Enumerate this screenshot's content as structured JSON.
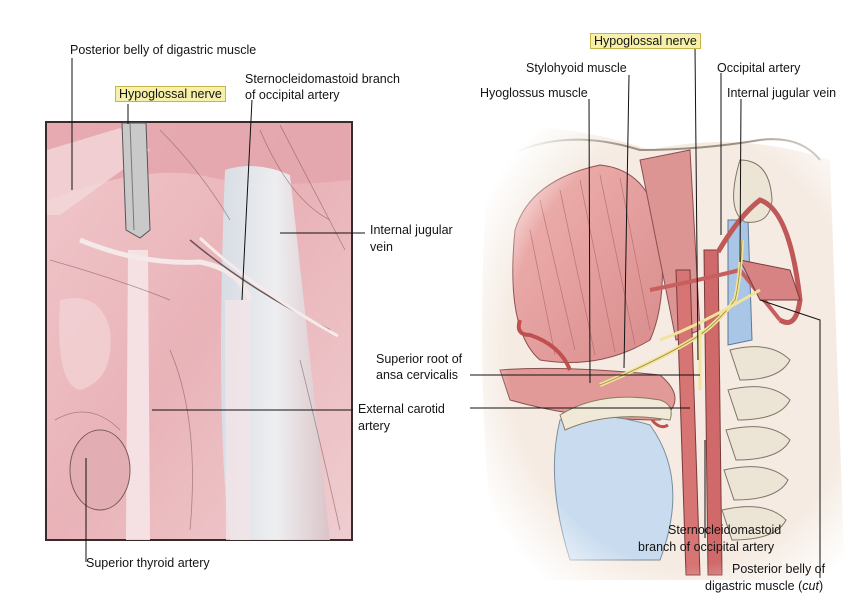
{
  "left_labels": {
    "posterior_belly": "Posterior belly of digastric muscle",
    "hypoglossal": "Hypoglossal nerve",
    "scm_branch_1": "Sternocleidomastoid branch",
    "scm_branch_2": "of occipital artery",
    "ijv_1": "Internal jugular",
    "ijv_2": "vein",
    "eca_1": "External carotid",
    "eca_2": "artery",
    "sup_thyroid": "Superior thyroid artery"
  },
  "right_labels": {
    "hypoglossal": "Hypoglossal nerve",
    "stylohyoid": "Stylohyoid muscle",
    "occipital": "Occipital artery",
    "hyoglossus": "Hyoglossus muscle",
    "ijv": "Internal jugular vein",
    "sup_root_1": "Superior root of",
    "sup_root_2": "ansa cervicalis",
    "scm_branch_1": "Sternocleidomastoid",
    "scm_branch_2": "branch of occipital artery",
    "post_belly_1": "Posterior belly of",
    "post_belly_2_pre": "digastric muscle (",
    "post_belly_2_em": "cut",
    "post_belly_2_post": ")"
  },
  "colors": {
    "highlight": "#f6f0a8",
    "muscle": "#e8a6a6",
    "vein": "#aac8e6",
    "nerve": "#f3e6a0",
    "bone": "#e9e2d2"
  }
}
